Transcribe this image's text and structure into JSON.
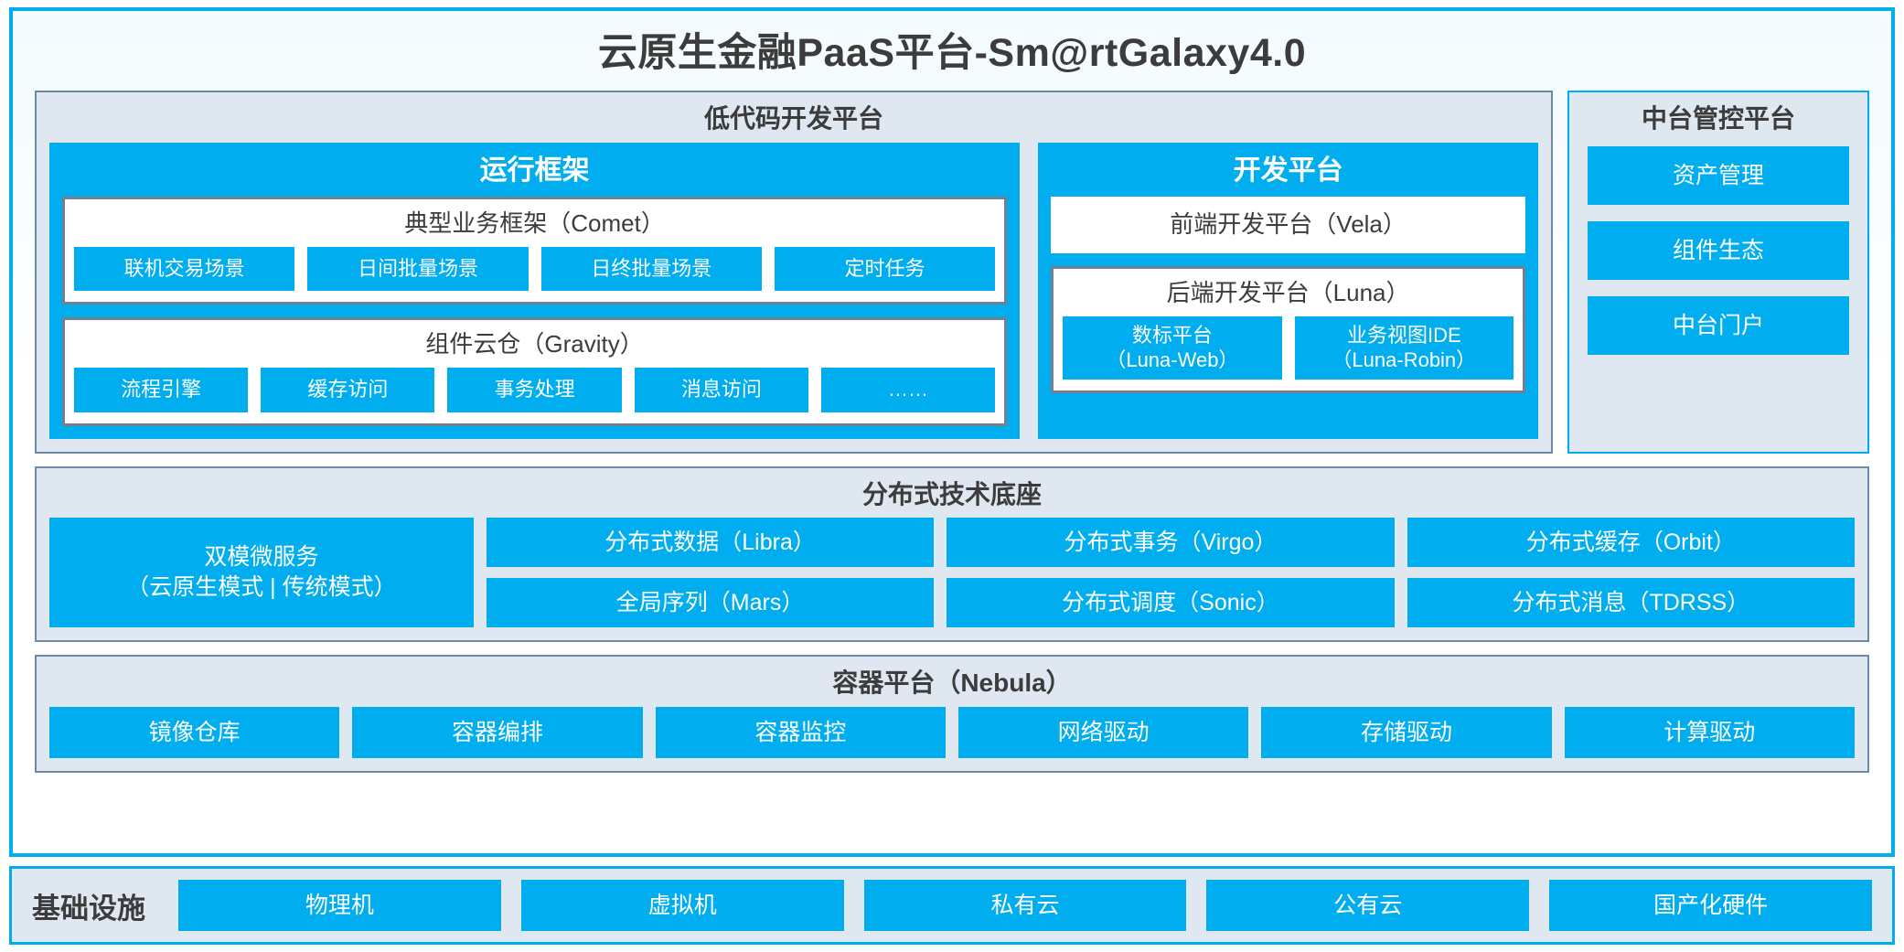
{
  "app": {
    "title": "云原生金融PaaS平台-Sm@rtGalaxy4.0"
  },
  "colors": {
    "accent_blue": "#00AEEF",
    "panel_bg": "#dfe7f1",
    "panel_border": "#6e8aa8",
    "subbox_border": "#75808c",
    "text_dark": "#3c3c3c",
    "text_light": "#ffffff"
  },
  "lowcode": {
    "title": "低代码开发平台",
    "runtime": {
      "title": "运行框架",
      "comet": {
        "title": "典型业务框架（Comet）",
        "chips": [
          "联机交易场景",
          "日间批量场景",
          "日终批量场景",
          "定时任务"
        ]
      },
      "gravity": {
        "title": "组件云仓（Gravity）",
        "chips": [
          "流程引擎",
          "缓存访问",
          "事务处理",
          "消息访问",
          "……"
        ]
      }
    },
    "devplatform": {
      "title": "开发平台",
      "vela": {
        "title": "前端开发平台（Vela）"
      },
      "luna": {
        "title": "后端开发平台（Luna）",
        "chips": [
          {
            "line1": "数标平台",
            "line2": "（Luna-Web）"
          },
          {
            "line1": "业务视图IDE",
            "line2": "（Luna-Robin）"
          }
        ]
      }
    }
  },
  "management": {
    "title": "中台管控平台",
    "items": [
      "资产管理",
      "组件生态",
      "中台门户"
    ]
  },
  "distributed": {
    "title": "分布式技术底座",
    "microservice": {
      "line1": "双模微服务",
      "line2": "（云原生模式 | 传统模式）"
    },
    "columns": [
      [
        "分布式数据（Libra）",
        "全局序列（Mars）"
      ],
      [
        "分布式事务（Virgo）",
        "分布式调度（Sonic）"
      ],
      [
        "分布式缓存（Orbit）",
        "分布式消息（TDRSS）"
      ]
    ]
  },
  "container": {
    "title": "容器平台（Nebula）",
    "chips": [
      "镜像仓库",
      "容器编排",
      "容器监控",
      "网络驱动",
      "存储驱动",
      "计算驱动"
    ]
  },
  "infrastructure": {
    "label": "基础设施",
    "chips": [
      "物理机",
      "虚拟机",
      "私有云",
      "公有云",
      "国产化硬件"
    ]
  }
}
